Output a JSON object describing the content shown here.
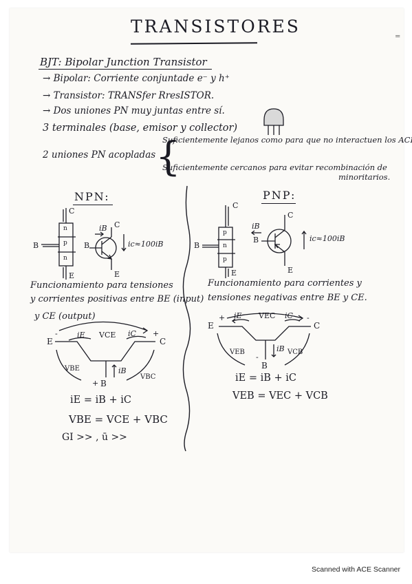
{
  "title": "TRANSISTORES",
  "bjt_heading": "BJT: Bipolar Junction Transistor",
  "lines": [
    "→ Bipolar: Corriente conjuntade e⁻ y h⁺",
    "→ Transistor: TRANSfer RresISTOR.",
    "→ Dos uniones PN muy juntas entre sí.",
    "3 terminales (base, emisor y collector)",
    "2 uniones PN acopladas"
  ],
  "brace_items": [
    "Suficientemente lejanos como para que no interactuen los ACE",
    "Suficientemente cercanos para evitar recombinación de",
    "minoritarios."
  ],
  "npn": {
    "heading": "NPN:",
    "layers": [
      "n",
      "p",
      "n"
    ],
    "terminals": {
      "c": "C",
      "b": "B",
      "e": "E"
    },
    "ib": "iB",
    "gain": "ic≈100iB",
    "desc": [
      "Funcionamiento para tensiones",
      "y corrientes positivas entre BE (input)",
      "y CE (output)"
    ],
    "labels": {
      "vce": "VCE",
      "ic": "iC",
      "ie": "iE",
      "vbe": "VBE",
      "vbc": "VBC",
      "ib2": "iB",
      "b": "B",
      "e": "E",
      "c": "C",
      "plus": "+",
      "minus": "-"
    },
    "equations": [
      "iE = iB + iC",
      "VBE = VCE + VBC",
      "GI >> , ū >>"
    ]
  },
  "pnp": {
    "heading": "PNP:",
    "layers": [
      "p",
      "n",
      "p"
    ],
    "terminals": {
      "c": "C",
      "b": "B",
      "e": "E"
    },
    "ib": "iB",
    "gain": "ic≈100iB",
    "desc": [
      "Funcionamiento para corrientes y",
      "tensiones negativas entre BE y CE."
    ],
    "labels": {
      "vec": "VEC",
      "ic": "iC",
      "ie": "iE",
      "veb": "VEB",
      "vcb": "VCB",
      "ib2": "iB",
      "b": "B",
      "e": "E",
      "c": "C",
      "plus": "+",
      "minus": "-"
    },
    "equations": [
      "iE = iB + iC",
      "VEB = VEC + VCB"
    ]
  },
  "margin_mark": "=",
  "footer": "Scanned with ACE Scanner",
  "ink_color": "#1b1b24",
  "paper_color": "#fbfaf7"
}
